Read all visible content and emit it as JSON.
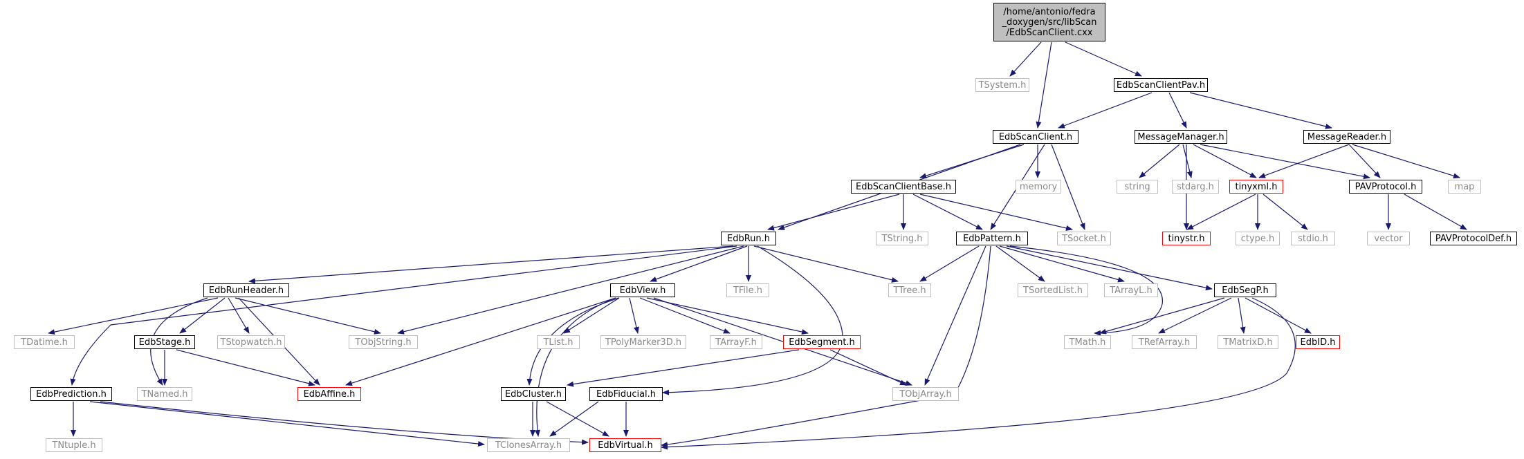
{
  "diagram": {
    "type": "include-dependency-graph",
    "colors": {
      "edge": "#191970",
      "documented_border": "#000000",
      "undocumented_border": "#bfbfbf",
      "undocumented_text": "#8a8a8a",
      "incomplete_border": "#ff0000",
      "root_fill": "#bfbfbf"
    },
    "root": {
      "lines": [
        "/home/antonio/fedra",
        "_doxygen/src/libScan",
        "/EdbScanClient.cxx"
      ]
    },
    "nodes": {
      "tsystem": "TSystem.h",
      "edbscanclientpav": "EdbScanClientPav.h",
      "edbscanclient": "EdbScanClient.h",
      "messagemanager": "MessageManager.h",
      "messagereader": "MessageReader.h",
      "edbscanclientbase": "EdbScanClientBase.h",
      "memory": "memory",
      "string": "string",
      "stdarg": "stdarg.h",
      "tinyxml": "tinyxml.h",
      "pavprotocol": "PAVProtocol.h",
      "map": "map",
      "edbrun": "EdbRun.h",
      "tstring": "TString.h",
      "edbpattern": "EdbPattern.h",
      "tsocket": "TSocket.h",
      "tinystr": "tinystr.h",
      "ctype": "ctype.h",
      "stdio": "stdio.h",
      "vector": "vector",
      "pavprotocoldef": "PAVProtocolDef.h",
      "edbrunheader": "EdbRunHeader.h",
      "edbview": "EdbView.h",
      "tfile": "TFile.h",
      "ttree": "TTree.h",
      "tsortedlist": "TSortedList.h",
      "tarrayl": "TArrayL.h",
      "edbsegp": "EdbSegP.h",
      "tdatime": "TDatime.h",
      "edbstage": "EdbStage.h",
      "tstopwatch": "TStopwatch.h",
      "tobjstring": "TObjString.h",
      "tlist": "TList.h",
      "tpolymarker3d": "TPolyMarker3D.h",
      "tarrayf": "TArrayF.h",
      "edbsegment": "EdbSegment.h",
      "tmath": "TMath.h",
      "trefarray": "TRefArray.h",
      "tmatrixd": "TMatrixD.h",
      "edbid": "EdbID.h",
      "edbprediction": "EdbPrediction.h",
      "tnamed": "TNamed.h",
      "edbaffine": "EdbAffine.h",
      "edbcluster": "EdbCluster.h",
      "edbfiducial": "EdbFiducial.h",
      "tobjarray": "TObjArray.h",
      "tntuple": "TNtuple.h",
      "tclonesarray": "TClonesArray.h",
      "edbvirtual": "EdbVirtual.h"
    }
  }
}
